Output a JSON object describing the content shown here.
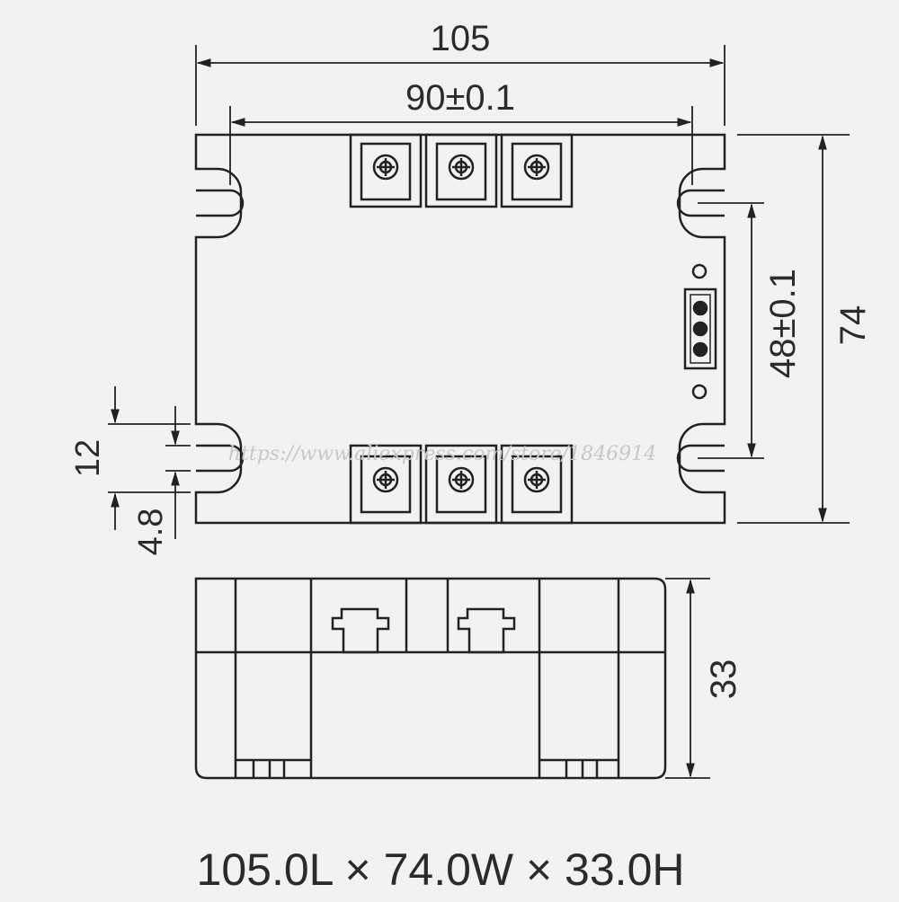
{
  "dimensions": {
    "overall_length": "105",
    "mount_spacing": "90±0.1",
    "overall_width": "74",
    "mount_spacing_vertical": "48±0.1",
    "slot_offset": "12",
    "slot_width": "4.8",
    "height": "33"
  },
  "summary": "105.0L × 74.0W × 33.0H",
  "watermark": "https://www.aliexpress.com/store/1846914",
  "colors": {
    "line": "#222222",
    "text": "#2b2b2b",
    "background": "#f2f2f2"
  }
}
